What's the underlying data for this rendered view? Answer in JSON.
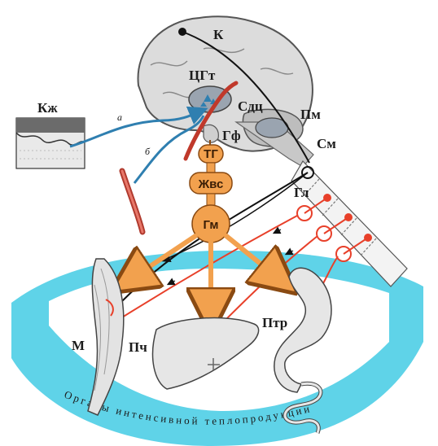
{
  "labels": {
    "kozha": "Кж",
    "kora": "К",
    "tsgt": "ЦГт",
    "sdts": "Сдц",
    "pm": "Пм",
    "sm": "См",
    "gf": "Гф",
    "gl": "Гл",
    "a": "а",
    "b": "б",
    "tg": "ТГ",
    "zhvs": "Жвс",
    "gm": "Гм",
    "m": "М",
    "pch": "Пч",
    "ptr": "Птр"
  },
  "arc_caption": "Органы интенсивной теплопродукции",
  "colors": {
    "cyan_band": "#5fd3e8",
    "hormone_orange": "#f2a14e",
    "hormone_stroke": "#8a4a12",
    "artery_red": "#e8402a",
    "nerve_blue": "#2f7fb0",
    "nerve_black": "#111111"
  }
}
